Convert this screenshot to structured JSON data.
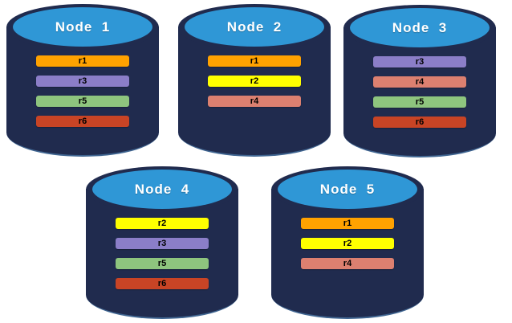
{
  "diagram_title": "replica-distribution-across-nodes",
  "colors": {
    "cylinder_body": "#202B4E",
    "cap_blue": "#2F97D6",
    "title_text": "#ffffff",
    "replica_label_text": "#000000",
    "replicas": {
      "r1": "#FFA200",
      "r2": "#FFFF00",
      "r3": "#8B7EC8",
      "r4": "#DC8070",
      "r5": "#8EC57E",
      "r6": "#C84425"
    }
  },
  "nodes": [
    {
      "label": "Node  1",
      "replicas": [
        "r1",
        "r3",
        "r5",
        "r6"
      ]
    },
    {
      "label": "Node  2",
      "replicas": [
        "r1",
        "r2",
        "r4"
      ]
    },
    {
      "label": "Node  3",
      "replicas": [
        "r3",
        "r4",
        "r5",
        "r6"
      ]
    },
    {
      "label": "Node  4",
      "replicas": [
        "r2",
        "r3",
        "r5",
        "r6"
      ]
    },
    {
      "label": "Node  5",
      "replicas": [
        "r1",
        "r2",
        "r4"
      ]
    }
  ]
}
